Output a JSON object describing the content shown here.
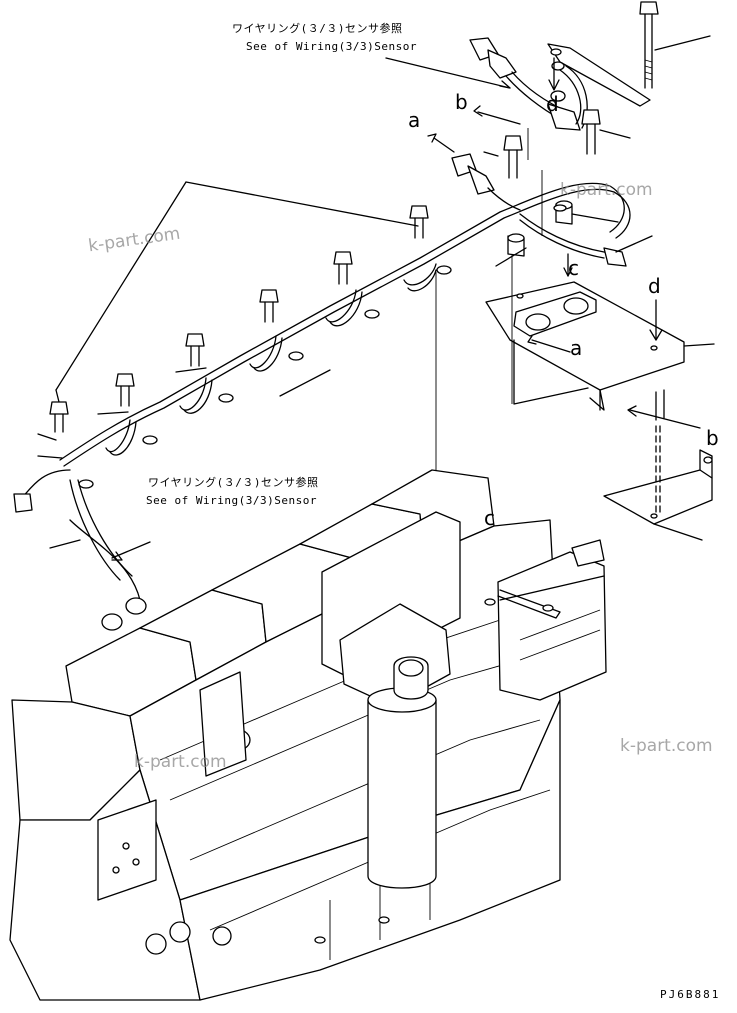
{
  "notes": {
    "top_jp": "ワイヤリング(３/３)センサ参照",
    "top_en": "See of Wiring(3/3)Sensor",
    "mid_jp": "ワイヤリング(３/３)センサ参照",
    "mid_en": "See of Wiring(3/3)Sensor"
  },
  "labels": {
    "a_top": "a",
    "b_top": "b",
    "d_top": "d",
    "c_mid": "c",
    "d_right": "d",
    "a_mid": "a",
    "b_right": "b",
    "c_low": "c"
  },
  "watermarks": {
    "wm1": "k-part.com",
    "wm2": "k-part.com",
    "wm3": "k-part.com",
    "wm4": "k-part.com"
  },
  "figure_code": "PJ6B881"
}
